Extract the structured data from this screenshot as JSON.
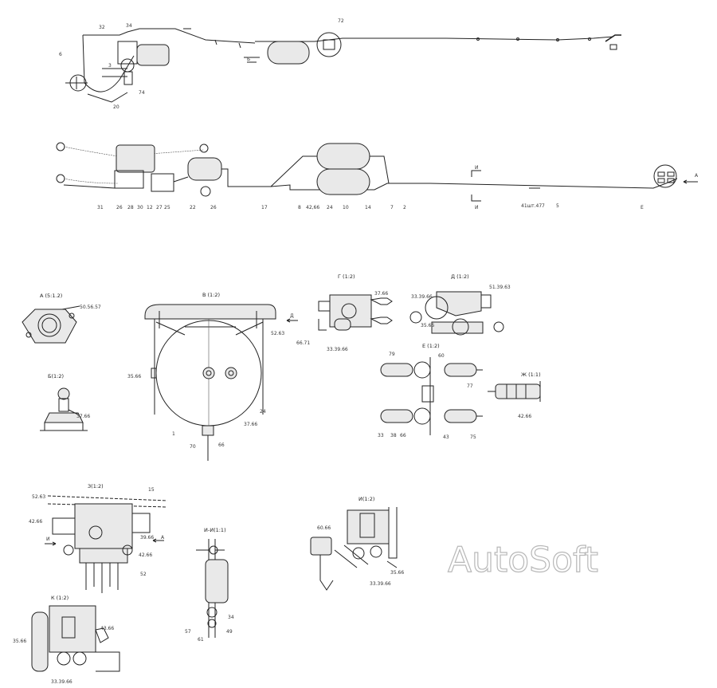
{
  "watermark": "AutoSoft",
  "views": {
    "A": "A (5:1.2)",
    "B": "Б(1:2)",
    "V": "В (1:2)",
    "G": "Г (1:2)",
    "D": "Д (1:2)",
    "E": "Е (1:2)",
    "Zh": "Ж (1:1)",
    "Z": "З(1:2)",
    "I": "И(1:2)",
    "K": "К (1:2)",
    "II": "И-И(1:1)"
  },
  "callouts": {
    "t1": [
      "32",
      "34",
      "72",
      "6",
      "Б",
      "3",
      "74",
      "20"
    ],
    "t2": [
      "31",
      "26",
      "28",
      "30",
      "12",
      "27",
      "25",
      "22",
      "26",
      "17",
      "8",
      "42,66",
      "24",
      "10",
      "14",
      "7",
      "2",
      "41шт.47",
      "7",
      "5",
      "Е",
      "А"
    ],
    "sec": [
      "И",
      "И"
    ],
    "A": [
      "50.56.57"
    ],
    "B": [
      "37.66"
    ],
    "V": [
      "Д",
      "52.63",
      "35.66",
      "24",
      "37.66",
      "1",
      "70",
      "66"
    ],
    "G": [
      "37.66",
      "66.71",
      "33.39.66"
    ],
    "D": [
      "51.39.63",
      "33.39.66",
      "35.66"
    ],
    "E": [
      "79",
      "60",
      "77",
      "33",
      "38",
      "66",
      "43",
      "75"
    ],
    "Zh": [
      "42.66"
    ],
    "Z": [
      "52.63",
      "15",
      "42.66",
      "39.66",
      "И",
      "А",
      "42.66",
      "52"
    ],
    "I": [
      "60.66",
      "35.66",
      "33.39.66"
    ],
    "K": [
      "43.66",
      "35.66",
      "33.39.66"
    ],
    "II": [
      "34",
      "57",
      "49",
      "61"
    ]
  }
}
